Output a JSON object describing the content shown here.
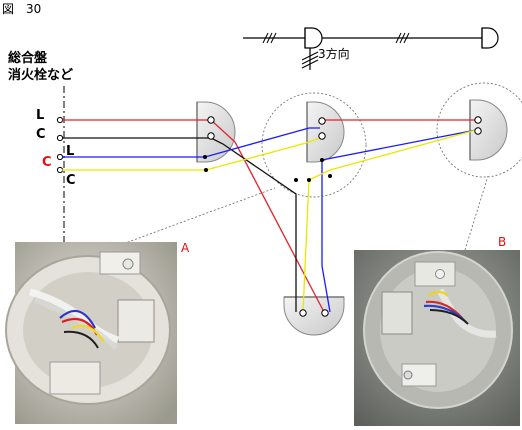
{
  "figure_label": "図　30",
  "panel_label": {
    "line1": "総合盤",
    "line2": "消火栓など"
  },
  "terminals": {
    "top_L": "L",
    "top_C": "C",
    "bottom_L": "L",
    "bottom_C": "C"
  },
  "schematic_label": "3方向",
  "photo_labels": {
    "a": "A",
    "b": "B"
  },
  "colors": {
    "red_wire": "#e8202a",
    "black_wire": "#111111",
    "blue_wire": "#1a1aff",
    "yellow_wire": "#e8e800",
    "label_red": "#e01010"
  }
}
